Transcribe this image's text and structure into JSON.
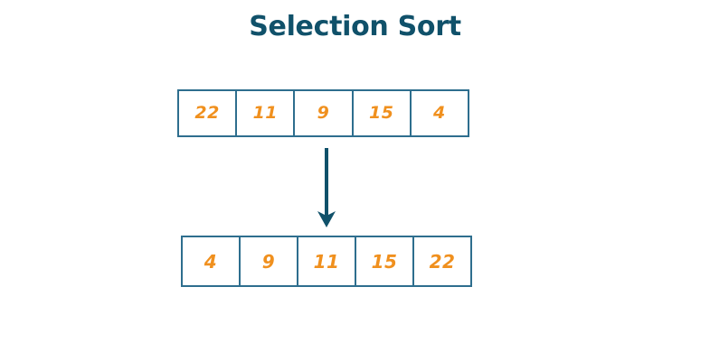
{
  "title": "Selection Sort",
  "colors": {
    "title": "#10516a",
    "box_border": "#2e6e8e",
    "value": "#f0901e",
    "arrow": "#10516a",
    "background": "#ffffff"
  },
  "arrays": {
    "unsorted": {
      "label": "unsorted-array",
      "values": [
        "22",
        "11",
        "9",
        "15",
        "4"
      ]
    },
    "sorted": {
      "label": "sorted-array",
      "values": [
        "4",
        "9",
        "11",
        "15",
        "22"
      ]
    }
  },
  "arrow": {
    "icon": "arrow-down-icon",
    "direction": "down"
  }
}
